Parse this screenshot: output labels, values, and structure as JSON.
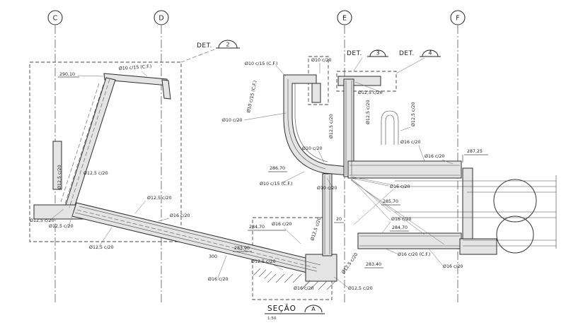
{
  "drawing": {
    "title": "SEÇÃO",
    "title_balloon": "A",
    "scale": "1:50"
  },
  "colors": {
    "concrete_fill": "#e4e4e4",
    "line": "#2b2b2b",
    "background": "#ffffff"
  },
  "grid_markers": [
    {
      "label": "C"
    },
    {
      "label": "D"
    },
    {
      "label": "E"
    },
    {
      "label": "F"
    }
  ],
  "details": [
    {
      "label": "DET.",
      "number": "2"
    },
    {
      "label": "DET.",
      "number": "3"
    },
    {
      "label": "DET.",
      "number": "4"
    }
  ],
  "annotations": [
    {
      "text": "290,10"
    },
    {
      "text": "Ø10 c/15 (C.F.)"
    },
    {
      "text": "Ø10 c/15 (C.F.)"
    },
    {
      "text": "Ø10 c/20"
    },
    {
      "text": "Ø10 c/15 (C.F.)"
    },
    {
      "text": "Ø10 c/20"
    },
    {
      "text": "Ø12,5 c/20"
    },
    {
      "text": "Ø12,5 c/20"
    },
    {
      "text": "Ø12,5 c/20"
    },
    {
      "text": "Ø16 c/20"
    },
    {
      "text": "Ø16 c/20"
    },
    {
      "text": "287,25"
    },
    {
      "text": "Ø10 c/20"
    },
    {
      "text": "286,70"
    },
    {
      "text": "Ø10 c/15 (C.F.)"
    },
    {
      "text": "Ø10 c/20"
    },
    {
      "text": "Ø16 c/20"
    },
    {
      "text": "285,70"
    },
    {
      "text": "Ø12,5 c/20"
    },
    {
      "text": "Ø12,5 c/20"
    },
    {
      "text": "Ø12,5 c/20"
    },
    {
      "text": "Ø16 c/20"
    },
    {
      "text": "Ø12,5 c/20"
    },
    {
      "text": "Ø12,5 c/20"
    },
    {
      "text": "Ø12,5 c/20"
    },
    {
      "text": "283,90"
    },
    {
      "text": "300"
    },
    {
      "text": "Ø12,5 c/20"
    },
    {
      "text": "284,70"
    },
    {
      "text": "Ø16 c/20"
    },
    {
      "text": "Ø12,5 c/20"
    },
    {
      "text": "20"
    },
    {
      "text": "Ø16 c/20"
    },
    {
      "text": "284,70"
    },
    {
      "text": "Ø16 c/20 (C.F.)"
    },
    {
      "text": "Ø16 c/20"
    },
    {
      "text": "283,40"
    },
    {
      "text": "Ø12,5 c/20"
    },
    {
      "text": "Ø16 c/20"
    },
    {
      "text": "Ø16 c/20"
    },
    {
      "text": "Ø12,5 c/20"
    },
    {
      "text": "Ø12,5 c/20"
    }
  ]
}
